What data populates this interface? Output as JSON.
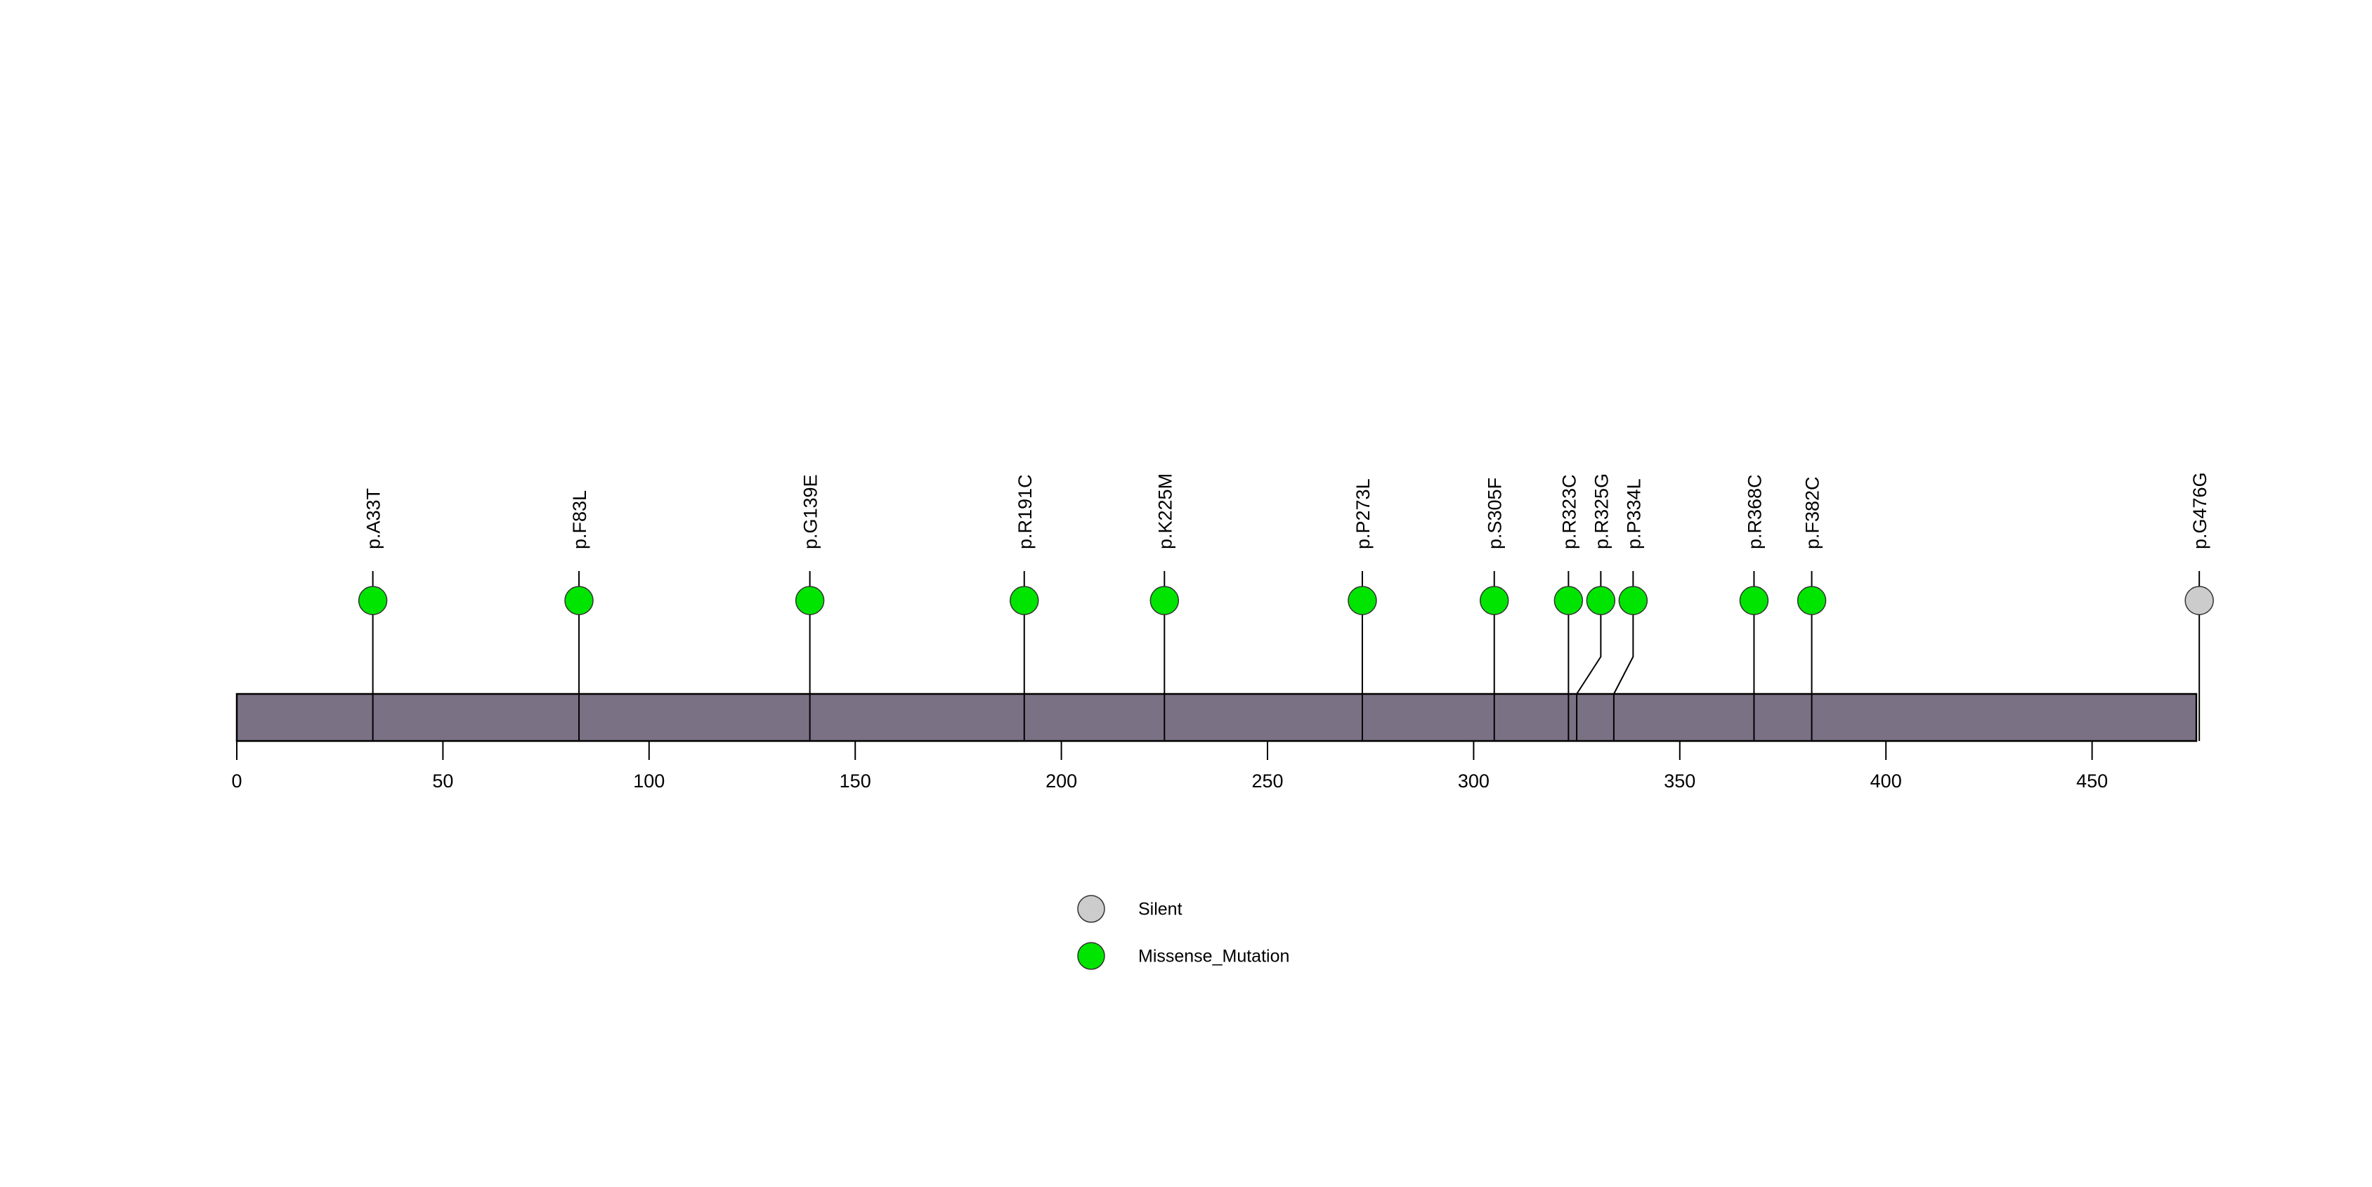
{
  "chart_data": {
    "type": "scatter",
    "title": "",
    "subtitle": "",
    "xlabel": "",
    "ylabel": "",
    "xlim": [
      0,
      476
    ],
    "axis_ticks": [
      0,
      50,
      100,
      150,
      200,
      250,
      300,
      350,
      400,
      450
    ],
    "grid": false,
    "legend_position": "bottom-center",
    "protein_length": 476,
    "domain_track": {
      "name": "protein-backbone",
      "start": 0,
      "end": 476,
      "color": "#7b7184"
    },
    "series": [
      {
        "name": "Silent",
        "color": "#cccccc",
        "count": 1
      },
      {
        "name": "Missense_Mutation",
        "color": "#00e500",
        "count": 12
      }
    ],
    "mutations": [
      {
        "label": "p.A33T",
        "position": 33,
        "type": "Missense_Mutation",
        "color": "#00e500",
        "count": 1
      },
      {
        "label": "p.F83L",
        "position": 83,
        "type": "Missense_Mutation",
        "color": "#00e500",
        "count": 1
      },
      {
        "label": "p.G139E",
        "position": 139,
        "type": "Missense_Mutation",
        "color": "#00e500",
        "count": 1
      },
      {
        "label": "p.R191C",
        "position": 191,
        "type": "Missense_Mutation",
        "color": "#00e500",
        "count": 1
      },
      {
        "label": "p.K225M",
        "position": 225,
        "type": "Missense_Mutation",
        "color": "#00e500",
        "count": 1
      },
      {
        "label": "p.P273L",
        "position": 273,
        "type": "Missense_Mutation",
        "color": "#00e500",
        "count": 1
      },
      {
        "label": "p.S305F",
        "position": 305,
        "type": "Missense_Mutation",
        "color": "#00e500",
        "count": 1
      },
      {
        "label": "p.R323C",
        "position": 323,
        "type": "Missense_Mutation",
        "color": "#00e500",
        "count": 1
      },
      {
        "label": "p.R325G",
        "position": 325,
        "type": "Missense_Mutation",
        "color": "#00e500",
        "count": 1
      },
      {
        "label": "p.P334L",
        "position": 334,
        "type": "Missense_Mutation",
        "color": "#00e500",
        "count": 1
      },
      {
        "label": "p.R368C",
        "position": 368,
        "type": "Missense_Mutation",
        "color": "#00e500",
        "count": 1
      },
      {
        "label": "p.F382C",
        "position": 382,
        "type": "Missense_Mutation",
        "color": "#00e500",
        "count": 1
      },
      {
        "label": "p.G476G",
        "position": 476,
        "type": "Silent",
        "color": "#cccccc",
        "count": 1
      }
    ]
  },
  "legend": {
    "items": [
      {
        "label": "Silent",
        "color": "#cccccc"
      },
      {
        "label": "Missense_Mutation",
        "color": "#00e500"
      }
    ]
  },
  "colors": {
    "background": "#ffffff",
    "backbone": "#7b7184",
    "backbone_border": "#000000",
    "missense": "#00e500",
    "silent": "#cccccc",
    "axis": "#000000",
    "text": "#000000"
  },
  "axis": {
    "ticks": [
      "0",
      "50",
      "100",
      "150",
      "200",
      "250",
      "300",
      "350",
      "400",
      "450"
    ]
  }
}
